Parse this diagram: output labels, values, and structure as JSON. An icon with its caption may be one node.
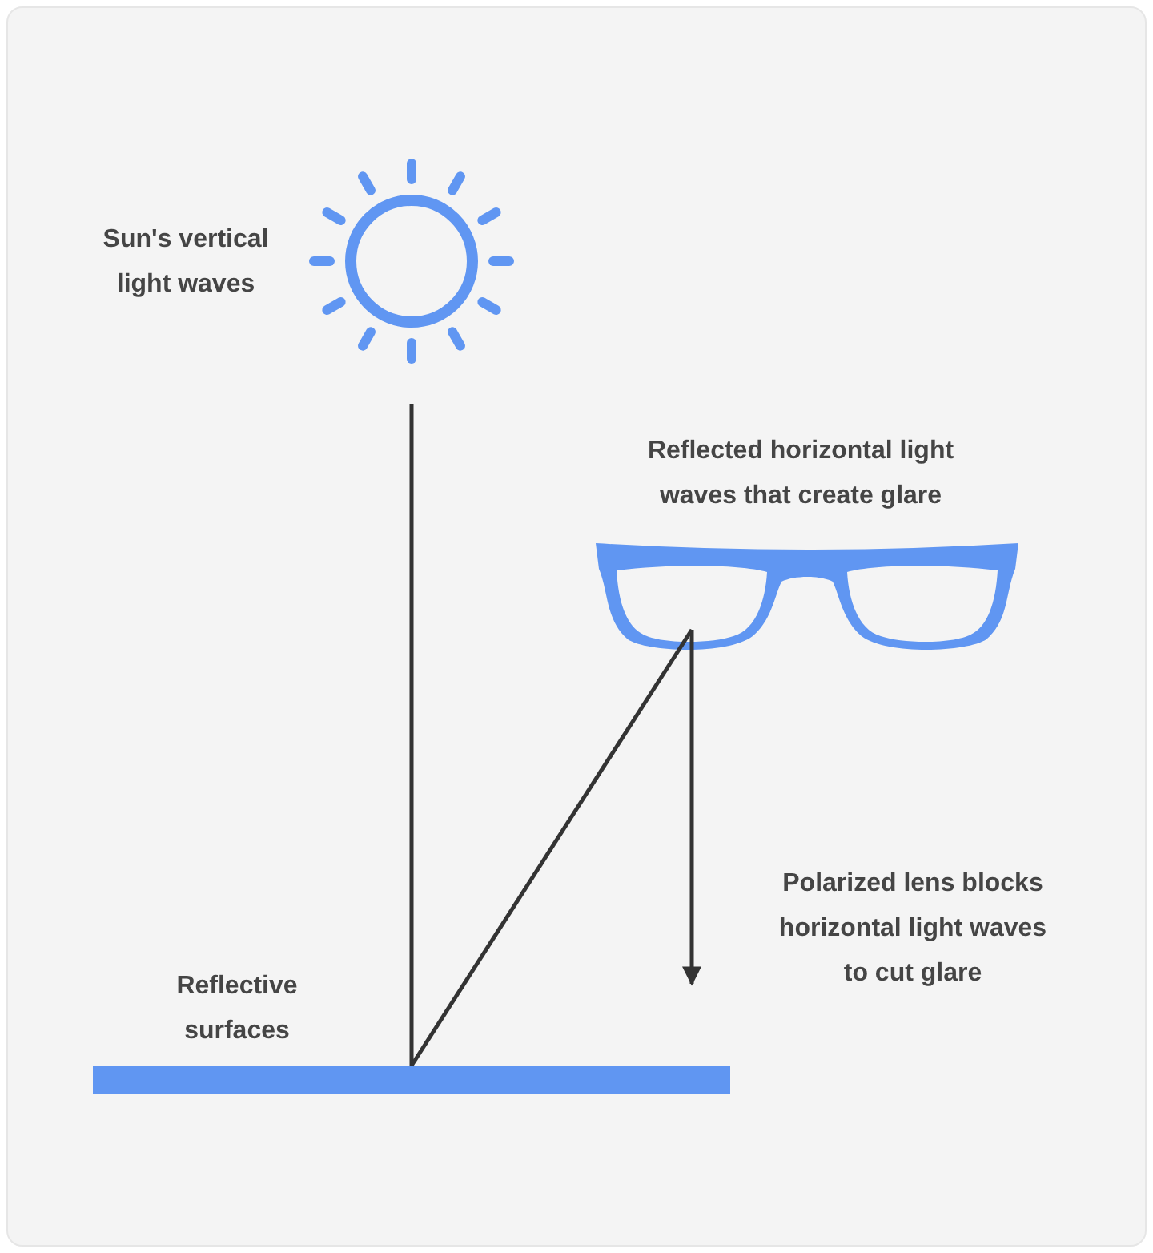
{
  "diagram": {
    "nodes": [
      {
        "text": [],
        "shape": "picture",
        "beside": [
          "Sun's vertical light waves"
        ]
      },
      {
        "text": [],
        "shape": "picture",
        "beside": [
          "Reflected horizontal light waves that create glare"
        ]
      },
      {
        "text": [],
        "shape": "bar",
        "beside": [
          "Reflective surfaces"
        ]
      }
    ],
    "edges": [
      {
        "from": 0,
        "to": 2,
        "arrow": "none"
      },
      {
        "from": 2,
        "to": 1,
        "arrow": "none"
      },
      {
        "from": 1,
        "to": null,
        "arrow": "to"
      }
    ],
    "labels": [
      "Polarized lens blocks horizontal light waves to cut glare"
    ]
  }
}
